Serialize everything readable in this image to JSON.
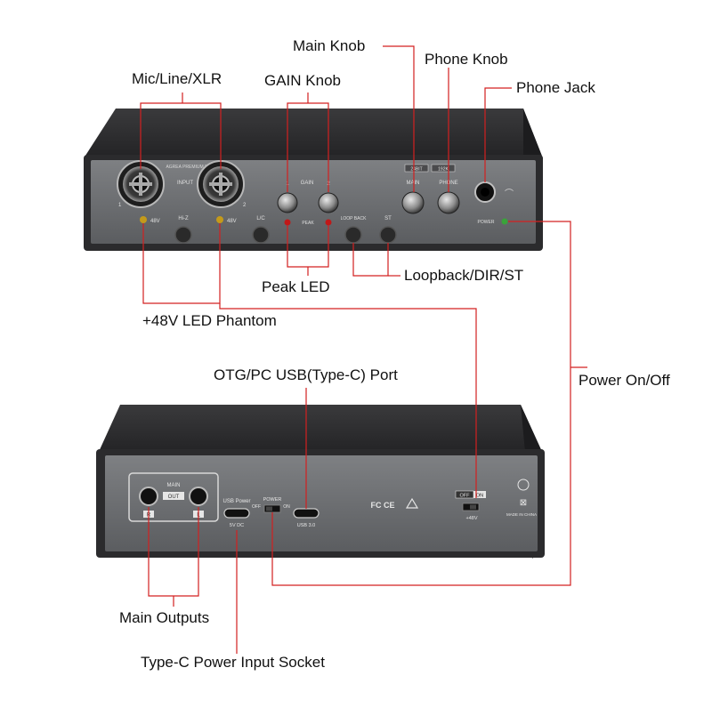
{
  "callouts": {
    "main_knob": "Main Knob",
    "phone_knob": "Phone Knob",
    "phone_jack": "Phone Jack",
    "mic_line_xlr": "Mic/Line/XLR",
    "gain_knob": "GAIN Knob",
    "peak_led": "Peak LED",
    "loopback": "Loopback/DIR/ST",
    "phantom_led": "+48V LED Phantom",
    "otg_port": "OTG/PC USB(Type-C) Port",
    "power_on_off": "Power On/Off",
    "main_outputs": "Main Outputs",
    "typec_power": "Type-C Power Input Socket"
  },
  "front_panel": {
    "preamp_title": "AGREA PREMIUM MICPRE",
    "input_label": "INPUT",
    "ch1": "1",
    "ch2": "2",
    "led_48v_1": "48V",
    "led_48v_2": "48V",
    "hiz": "Hi-Z",
    "lc": "L/C",
    "gain": "GAIN",
    "gain_1": "1",
    "gain_2": "2",
    "peak": "PEAK",
    "loopback": "LOOP BACK",
    "st": "ST",
    "bit_badge": "24BIT",
    "rate_badge": "192K",
    "main": "MAIN",
    "phone": "PHONE",
    "power": "POWER"
  },
  "back_panel": {
    "main": "MAIN",
    "out": "OUT",
    "r": "R",
    "l": "L",
    "usb_power": "USB Power",
    "power": "POWER",
    "off": "OFF",
    "on": "ON",
    "dc": "5V DC",
    "usb3": "USB 3.0",
    "cert": "FC CE",
    "phantom_off": "OFF",
    "phantom_on": "ON",
    "phantom": "+48V",
    "made": "MADE IN CHINA"
  },
  "colors": {
    "callout_line": "#d32020",
    "chassis_top": "#2d2d2f",
    "panel": "#6e7073",
    "led_amber": "#c49a1a",
    "led_red": "#c01818",
    "led_green": "#3aa33a"
  }
}
